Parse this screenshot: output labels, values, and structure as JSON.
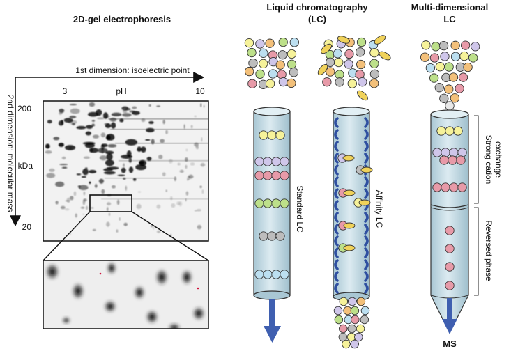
{
  "gel": {
    "title": "2D-gel electrophoresis",
    "axis1_label": "1st dimension: isoelectric point",
    "axis2_label": "2nd dimension: molecular mass",
    "ph_low": "3",
    "ph_label": "pH",
    "ph_high": "10",
    "mass_high": "200",
    "mass_unit": "kDa",
    "mass_low": "20"
  },
  "lc": {
    "title_line1": "Liquid chromatography",
    "title_line2": "(LC)",
    "standard_label": "Standard LC",
    "affinity_label": "Affinity LC"
  },
  "mdlc": {
    "title_line1": "Multi-dimensional",
    "title_line2": "LC",
    "scx_line1": "Strong cation",
    "scx_line2": "exchange",
    "rp_label": "Reversed phase",
    "output_label": "MS"
  },
  "colors": {
    "column_fill": "#c9dfe8",
    "column_stroke": "#333333",
    "arrow": "#3f5fb0",
    "clamp": "#2f4fa0",
    "bead_yellow": "#f6f29a",
    "bead_pink": "#e79aa8",
    "bead_green": "#bde08a",
    "bead_lilac": "#cfc6ea",
    "bead_gray": "#bdbdbd",
    "bead_blue": "#bcdff0",
    "bead_orange": "#f3c07a",
    "ligand": "#f0d25a"
  }
}
